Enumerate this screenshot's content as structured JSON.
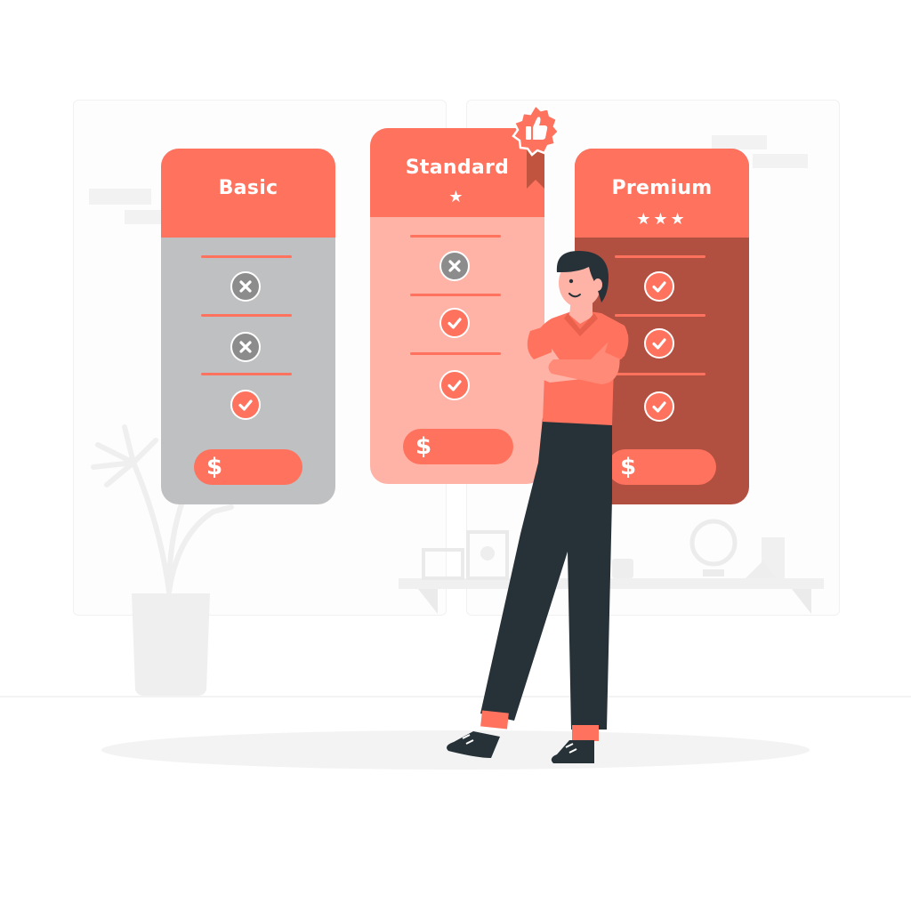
{
  "colors": {
    "accent": "#ff725e",
    "basic_body": "#bfc0c1",
    "standard_body": "#ffb3a6",
    "premium_body": "#b14f40",
    "cross_gray": "#8c8c8c",
    "person_pants": "#263238"
  },
  "plans": [
    {
      "name": "Basic",
      "stars": "",
      "features": [
        {
          "status": "cross",
          "icon": "x-icon"
        },
        {
          "status": "cross",
          "icon": "x-icon"
        },
        {
          "status": "check",
          "icon": "check-icon"
        }
      ],
      "price_symbol": "$"
    },
    {
      "name": "Standard",
      "stars": "★",
      "features": [
        {
          "status": "cross",
          "icon": "x-icon"
        },
        {
          "status": "check",
          "icon": "check-icon"
        },
        {
          "status": "check",
          "icon": "check-icon"
        }
      ],
      "price_symbol": "$",
      "badge_icon": "thumbs-up-icon"
    },
    {
      "name": "Premium",
      "stars": "★★★",
      "features": [
        {
          "status": "check",
          "icon": "check-icon"
        },
        {
          "status": "check",
          "icon": "check-icon"
        },
        {
          "status": "check",
          "icon": "check-icon"
        }
      ],
      "price_symbol": "$"
    }
  ]
}
